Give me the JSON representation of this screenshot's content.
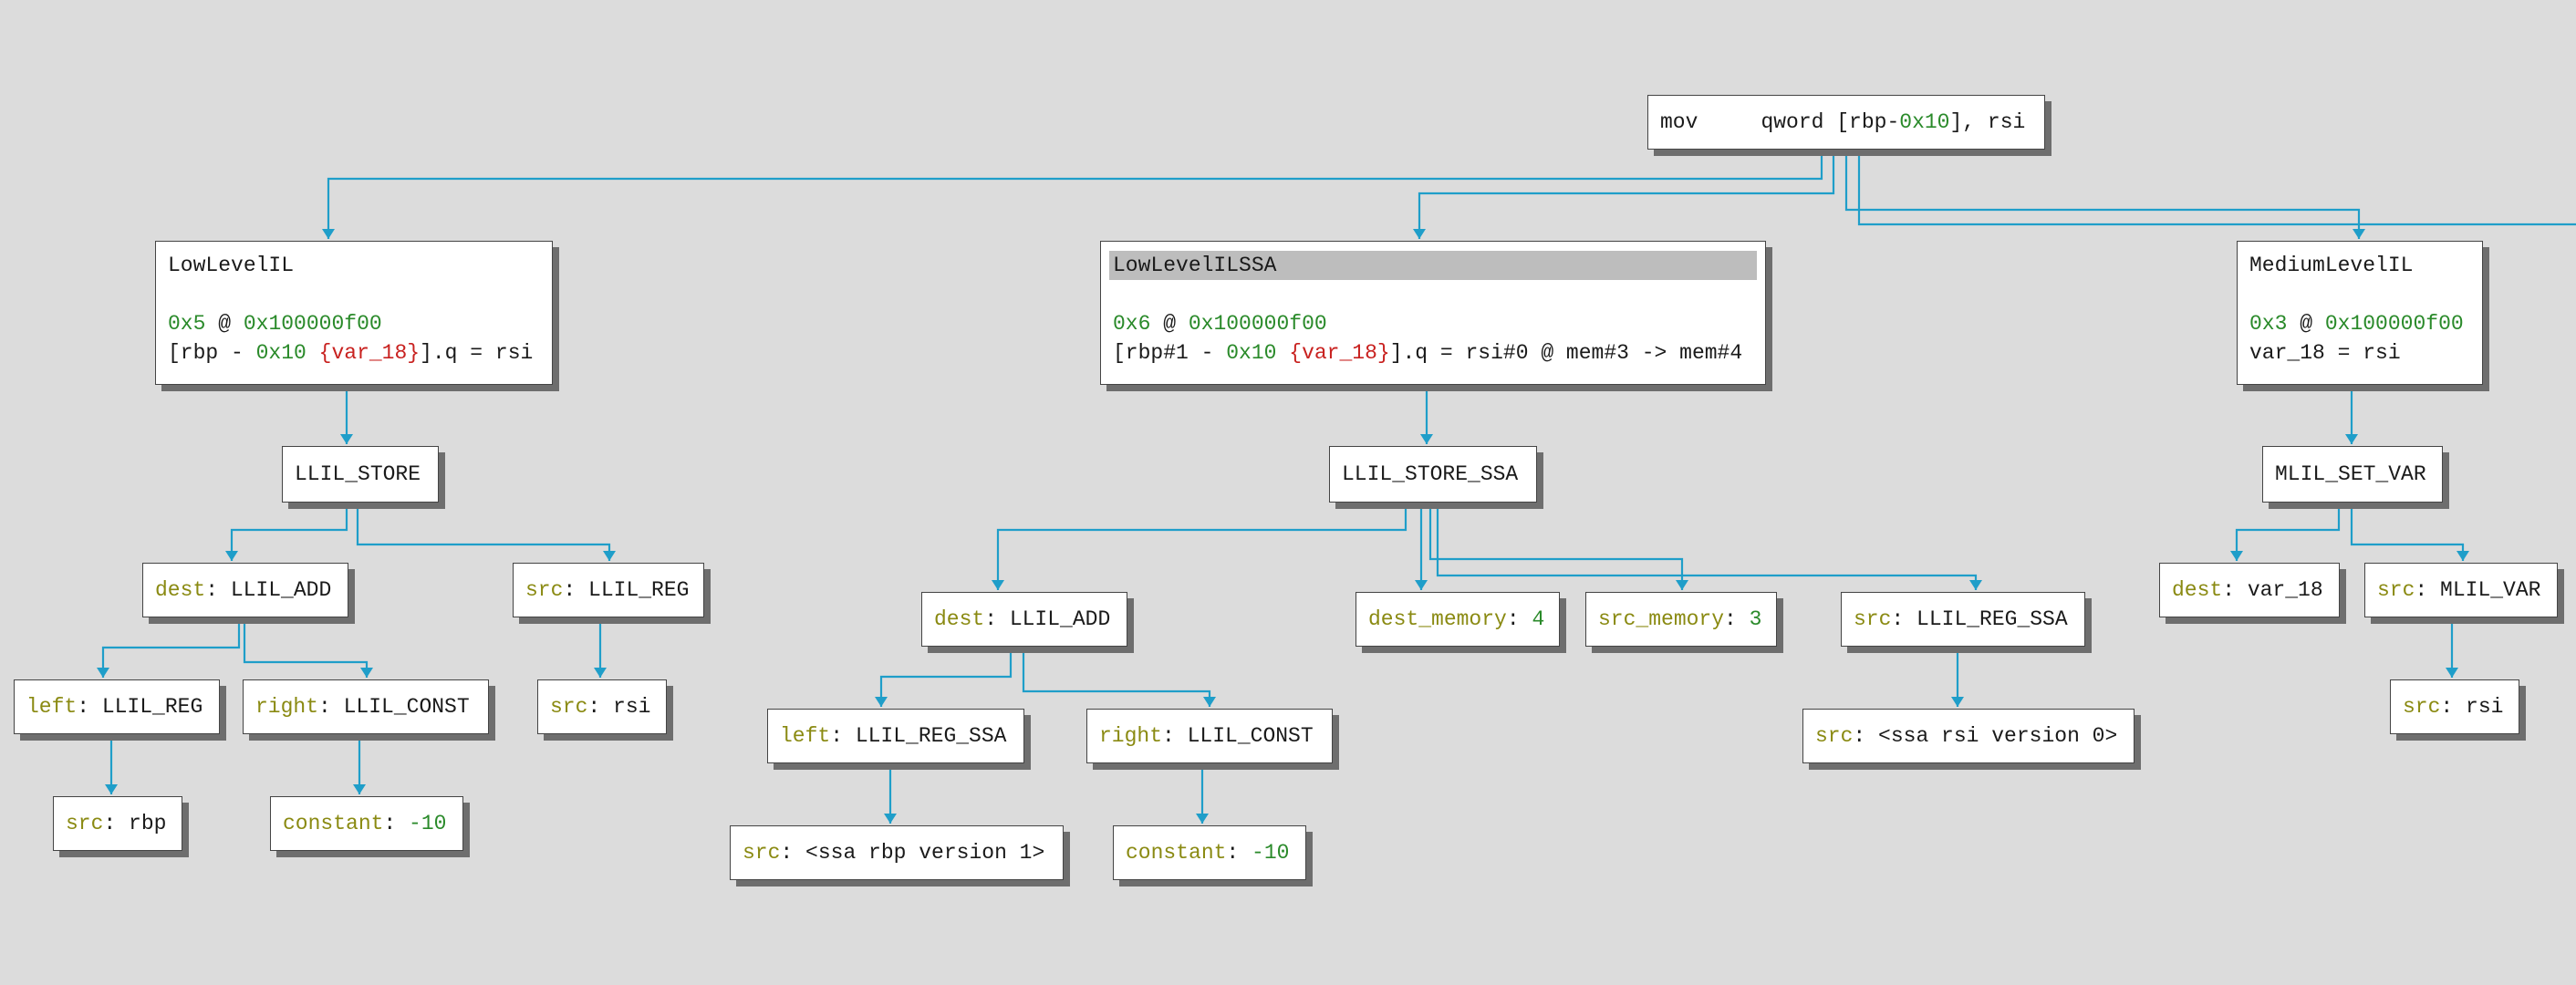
{
  "colors": {
    "background": "#dcdcdc",
    "edge": "#1f9ec9",
    "keyword": "#8a8a12",
    "number": "#2a8a2a",
    "variable": "#c8211f"
  },
  "root": {
    "mnemonic": "mov",
    "pad": "     ",
    "text1": "qword [rbp-",
    "num": "0x10",
    "text2": "], rsi"
  },
  "llil": {
    "title": "LowLevelIL",
    "index": "0x5",
    "at": " @ ",
    "address": "0x100000f00",
    "e1": "[rbp - ",
    "offset": "0x10",
    "sp": " ",
    "var": "{var_18}",
    "e2": "].q = rsi",
    "store": "LLIL_STORE",
    "dest": {
      "key": "dest",
      "sep": ": ",
      "val": "LLIL_ADD"
    },
    "src": {
      "key": "src",
      "sep": ": ",
      "val": "LLIL_REG"
    },
    "left": {
      "key": "left",
      "sep": ": ",
      "val": "LLIL_REG"
    },
    "right": {
      "key": "right",
      "sep": ": ",
      "val": "LLIL_CONST"
    },
    "src_rsi": {
      "key": "src",
      "sep": ": ",
      "val": "rsi"
    },
    "src_rbp": {
      "key": "src",
      "sep": ": ",
      "val": "rbp"
    },
    "constant": {
      "key": "constant",
      "sep": ": ",
      "val": "-10"
    }
  },
  "llil_ssa": {
    "title": "LowLevelILSSA",
    "index": "0x6",
    "at": " @ ",
    "address": "0x100000f00",
    "e1": "[rbp#1 - ",
    "offset": "0x10",
    "sp": " ",
    "var": "{var_18}",
    "e2": "].q = rsi#0 @ mem#3 -> mem#4",
    "store": "LLIL_STORE_SSA",
    "dest": {
      "key": "dest",
      "sep": ": ",
      "val": "LLIL_ADD"
    },
    "dest_memory": {
      "key": "dest_memory",
      "sep": ": ",
      "val": "4"
    },
    "src_memory": {
      "key": "src_memory",
      "sep": ": ",
      "val": "3"
    },
    "src": {
      "key": "src",
      "sep": ": ",
      "val": "LLIL_REG_SSA"
    },
    "left": {
      "key": "left",
      "sep": ": ",
      "val": "LLIL_REG_SSA"
    },
    "right": {
      "key": "right",
      "sep": ": ",
      "val": "LLIL_CONST"
    },
    "src_ssa_rsi": {
      "key": "src",
      "sep": ": ",
      "val": "<ssa rsi version 0>"
    },
    "src_ssa_rbp": {
      "key": "src",
      "sep": ": ",
      "val": "<ssa rbp version 1>"
    },
    "constant": {
      "key": "constant",
      "sep": ": ",
      "val": "-10"
    }
  },
  "mlil": {
    "title": "MediumLevelIL",
    "index": "0x3",
    "at": " @ ",
    "address": "0x100000f00",
    "expr": "var_18 = rsi",
    "setvar": "MLIL_SET_VAR",
    "dest": {
      "key": "dest",
      "sep": ": ",
      "val": "var_18"
    },
    "src": {
      "key": "src",
      "sep": ": ",
      "val": "MLIL_VAR"
    },
    "src_rsi": {
      "key": "src",
      "sep": ": ",
      "val": "rsi"
    }
  }
}
